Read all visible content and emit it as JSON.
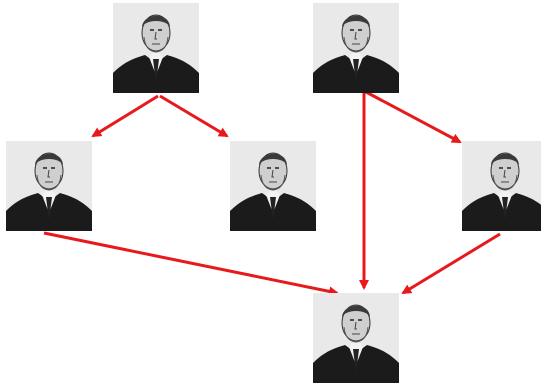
{
  "diagram": {
    "edge_color": "#e8191c",
    "nodes": [
      {
        "id": "top-left",
        "icon": "portrait-engraving"
      },
      {
        "id": "top-right",
        "icon": "portrait-engraving"
      },
      {
        "id": "mid-left",
        "icon": "portrait-engraving"
      },
      {
        "id": "mid-center",
        "icon": "portrait-engraving"
      },
      {
        "id": "mid-right",
        "icon": "portrait-engraving"
      },
      {
        "id": "bottom",
        "icon": "portrait-engraving"
      }
    ],
    "edges": [
      {
        "from": "top-left",
        "to": "mid-left"
      },
      {
        "from": "top-left",
        "to": "mid-center"
      },
      {
        "from": "top-right",
        "to": "bottom"
      },
      {
        "from": "top-right",
        "to": "mid-right"
      },
      {
        "from": "mid-left",
        "to": "bottom"
      },
      {
        "from": "mid-right",
        "to": "bottom"
      }
    ]
  }
}
